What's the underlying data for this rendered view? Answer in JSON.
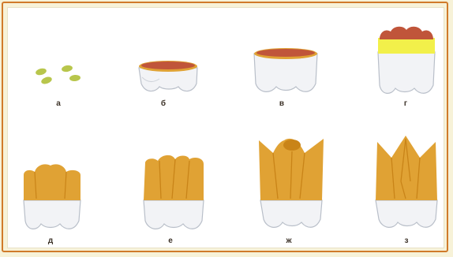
{
  "stages": [
    {
      "label": "а"
    },
    {
      "label": "б"
    },
    {
      "label": "в"
    },
    {
      "label": "г"
    },
    {
      "label": "д"
    },
    {
      "label": "е"
    },
    {
      "label": "ж"
    },
    {
      "label": "з"
    }
  ],
  "colors": {
    "enamel_orange": "#e0a234",
    "enamel_dark": "#c98418",
    "crown_red": "#c0553a",
    "green_bud": "#b8c64c",
    "yellow_band": "#f2f04a",
    "pulp_white": "#f2f3f6",
    "pulp_shadow": "#b9bfc9",
    "frame_orange": "#d07a2a",
    "background": "#f7f2d8"
  }
}
